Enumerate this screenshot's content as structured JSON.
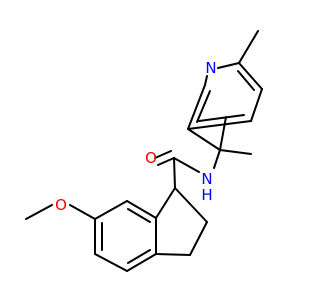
{
  "molecule": {
    "atoms": {
      "oxygen_methoxy": "O",
      "oxygen_carbonyl": "O",
      "nitrogen_amide": "N",
      "nitrogen_amide_h": "H",
      "nitrogen_pyridine": "N"
    },
    "colors": {
      "bond": "#000000",
      "oxygen": "#ff0000",
      "nitrogen": "#0000ff"
    }
  }
}
